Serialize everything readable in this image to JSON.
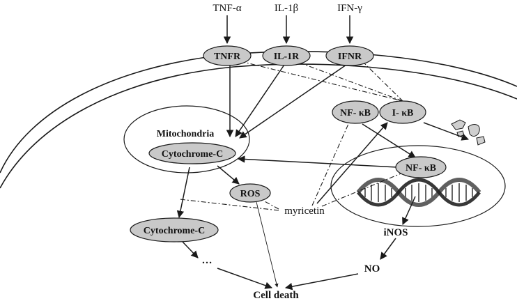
{
  "ligands": {
    "tnf_alpha": "TNF-α",
    "il_1beta": "IL-1β",
    "ifn_gamma": "IFN-γ"
  },
  "receptors": {
    "tnfr": "TNFR",
    "il_1r": "IL-1R",
    "ifnr": "IFNR"
  },
  "mitochondria": {
    "label": "Mitochondria",
    "cytochrome_c_inside": "Cytochrome-C"
  },
  "nfkb_complex": {
    "nf_kb": "NF- κB",
    "i_kb": "I- κB"
  },
  "nucleus": {
    "nf_kb": "NF- κB"
  },
  "nodes": {
    "ros": "ROS",
    "myricetin": "myricetin",
    "cytochrome_c_released": "Cytochrome-C",
    "ellipsis": "…",
    "inos": "iNOS",
    "no": "NO",
    "cell_death": "Cell death"
  },
  "colors": {
    "node_fill": "#c9c9c9",
    "stroke": "#1a1a1a",
    "background": "#ffffff"
  }
}
